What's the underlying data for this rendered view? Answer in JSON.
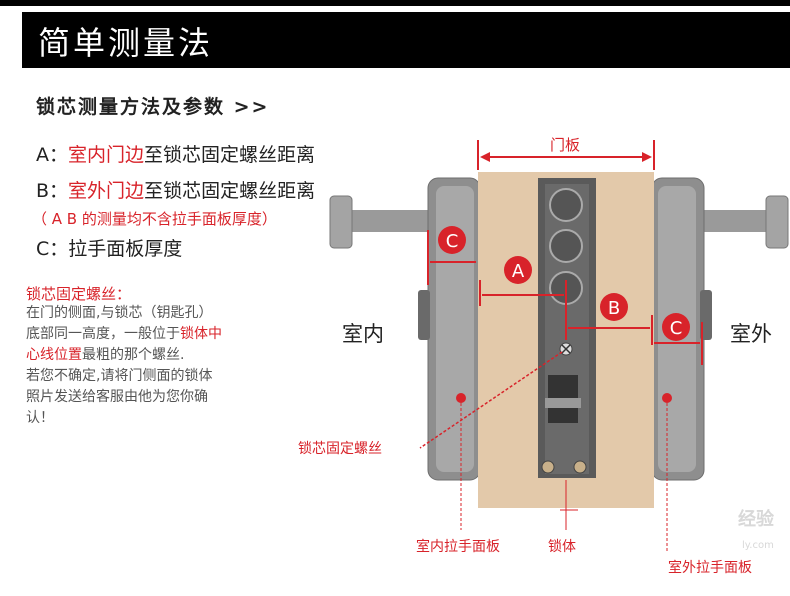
{
  "header": {
    "title": "简单测量法"
  },
  "section": {
    "heading": "锁芯测量方法及参数 >>"
  },
  "lines": {
    "a_prefix": "A：",
    "a_red": "室内门边",
    "a_rest": "至锁芯固定螺丝距离",
    "b_prefix": "B：",
    "b_red": "室外门边",
    "b_rest": "至锁芯固定螺丝距离",
    "note": "（ A B 的测量均不含拉手面板厚度）",
    "c_prefix": "C：",
    "c_rest": "拉手面板厚度"
  },
  "side_note": {
    "title": "锁芯固定螺丝：",
    "p1": "在门的侧面,与锁芯（钥匙孔）底部同一高度，一般位于",
    "p1_red": "锁体中心线位置",
    "p2": "最粗的那个螺丝.",
    "p3": "若您不确定,请将门侧面的锁体照片发送给客服由他为您你确认！"
  },
  "diagram": {
    "door_label": "门板",
    "marker_a": "A",
    "marker_b": "B",
    "marker_c": "C",
    "indoor": "室内",
    "outdoor": "室外",
    "screw_label": "锁芯固定螺丝",
    "indoor_panel": "室内拉手面板",
    "lock_body": "锁体",
    "outdoor_panel": "室外拉手面板"
  },
  "watermark": {
    "main": "经验",
    "sub": "ly.com"
  },
  "colors": {
    "accent": "#d8232a",
    "door": "#e3c9aa",
    "metal": "#8a8a8a"
  }
}
